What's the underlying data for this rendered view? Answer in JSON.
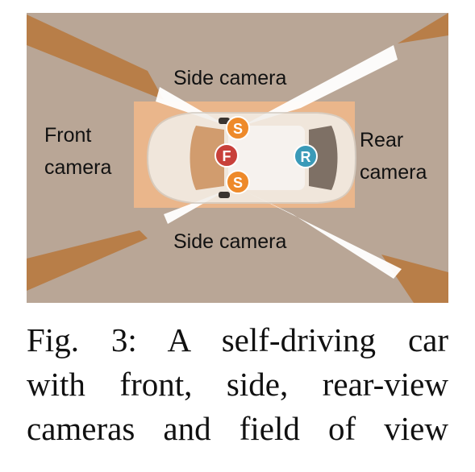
{
  "diagram": {
    "labels": {
      "side_top": "Side camera",
      "side_bottom": "Side camera",
      "front_line1": "Front",
      "front_line2": "camera",
      "rear_line1": "Rear",
      "rear_line2": "camera"
    },
    "badges": {
      "side_top": "S",
      "front": "F",
      "side_bottom": "S",
      "rear": "R"
    },
    "colors": {
      "background": "#b9a696",
      "front_zone": "#f0b88a",
      "field_of_view": "#ffffff",
      "corner_beam": "#b8702e",
      "badge_side": "#ee8a2a",
      "badge_front": "#c8403a",
      "badge_rear": "#3a9ab8",
      "car_body": "#f2efea"
    }
  },
  "caption": {
    "line1": "Fig. 3: A self-driving car",
    "line2": "with front, side, rear-view",
    "line3": "cameras and field of view"
  }
}
